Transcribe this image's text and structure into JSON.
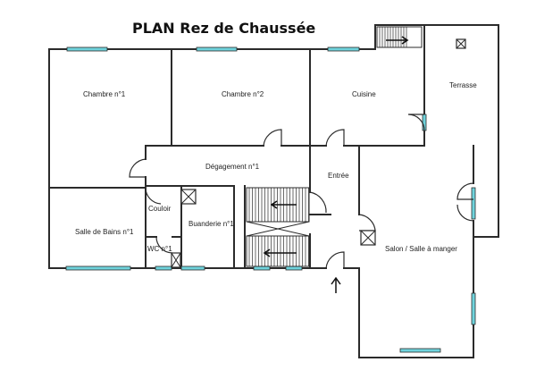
{
  "title": "PLAN Rez de Chaussée",
  "rooms": {
    "chambre1": "Chambre n°1",
    "chambre2": "Chambre n°2",
    "cuisine": "Cuisine",
    "terrasse": "Terrasse",
    "degagement": "Dégagement n°1",
    "entree": "Entrée",
    "couloir": "Couloir",
    "salle_bains": "Salle de Bains n°1",
    "buanderie": "Buanderie n°1",
    "wc": "WC n°1",
    "salon": "Salon / Salle à manger"
  },
  "colors": {
    "window": "#6fd3dc",
    "wall": "#2b2b2b"
  },
  "icons": [
    "stairs-icon",
    "arrow-icon",
    "ventilation-box-icon",
    "door-swing-icon",
    "window-icon"
  ]
}
